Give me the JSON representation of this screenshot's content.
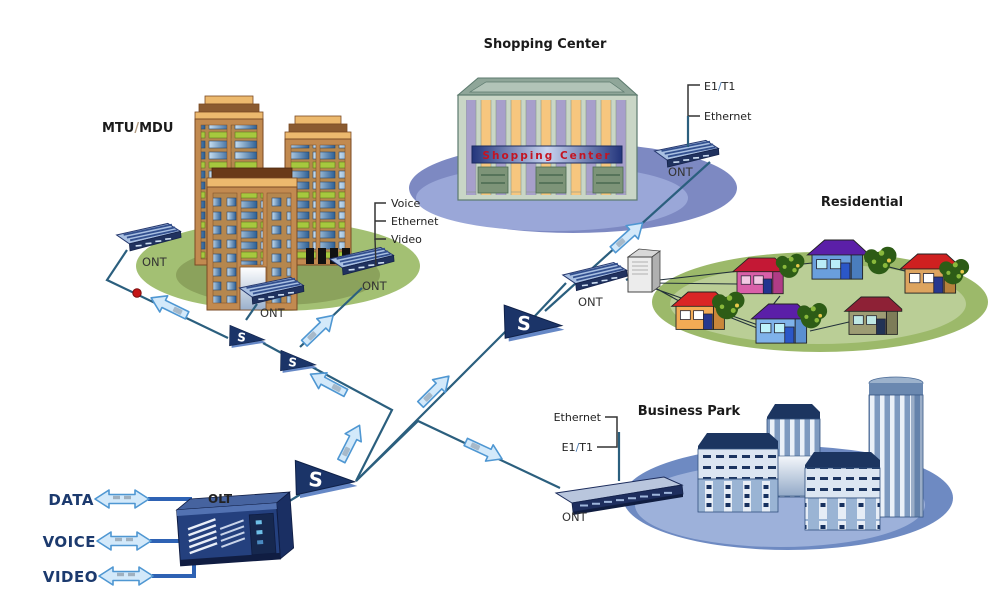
{
  "colors": {
    "line": "#2b5f7e",
    "thickLine": "#2e62b4",
    "splitter": "#1b3468",
    "splitterEdge": "#6688c6",
    "arrowFill": "#d3e9fa",
    "arrowStroke": "#4f97d2",
    "titleText": "#1a1a1a",
    "serviceText": "#1c3a6e",
    "redAccent": "#c41422",
    "slashTan": "#b09a80",
    "slashBlue": "#4a7ab0",
    "mtuGreen": "#a3c073",
    "mtuGreenDark": "#8ba25c",
    "residGreen": "#9cb96a",
    "residGreenLight": "#bace96",
    "shopEllipse": "#7d89c2",
    "shopEllipseLight": "#9aa7d8",
    "bizEllipse": "#6e8ac2",
    "bizEllipseLight": "#9db1da",
    "stripeOrange": "#f6c67e",
    "stripeLavender": "#a79fcb"
  },
  "network": {
    "olt_label": "OLT",
    "splitter_label": "S",
    "ont_label": "ONT"
  },
  "services": {
    "data": "DATA",
    "voice": "VOICE",
    "video": "VIDEO"
  },
  "mtu": {
    "title_pre": "MTU",
    "title_slash": "/",
    "title_post": "MDU",
    "tap_voice": "Voice",
    "tap_ethernet": "Ethernet",
    "tap_video": "Video"
  },
  "shopping": {
    "title": "Shopping Center",
    "banner": "Shopping Center",
    "tap_e1": "E1",
    "tap_slash": "/",
    "tap_t1": "T1",
    "tap_ethernet": "Ethernet"
  },
  "residential": {
    "title": "Residential",
    "houses": [
      {
        "roof": "#c41835",
        "body": "#d95fa8",
        "side": "#b03c86",
        "window": "#f3c7e3",
        "door": "#22338f"
      },
      {
        "roof": "#5b1fa8",
        "body": "#6a9fdd",
        "side": "#4a7dbd",
        "window": "#b9ecf8",
        "door": "#2b57c8"
      },
      {
        "roof": "#cf2020",
        "body": "#dda45f",
        "side": "#b8813c",
        "window": "#ffffff",
        "door": "#27388f"
      },
      {
        "roof": "#d92525",
        "body": "#f2ab55",
        "side": "#c9863a",
        "window": "#ffffff",
        "door": "#27388f"
      },
      {
        "roof": "#5b1fa8",
        "body": "#7fb2ea",
        "side": "#5b8fd0",
        "window": "#bef2fa",
        "door": "#2b57c8"
      },
      {
        "roof": "#8e2136",
        "body": "#9d9c74",
        "side": "#7d7c58",
        "window": "#bfe8e6",
        "door": "#223355"
      }
    ]
  },
  "business": {
    "title": "Business Park",
    "tap_ethernet": "Ethernet",
    "tap_e1": "E1",
    "tap_slash": "/",
    "tap_t1": "T1"
  }
}
